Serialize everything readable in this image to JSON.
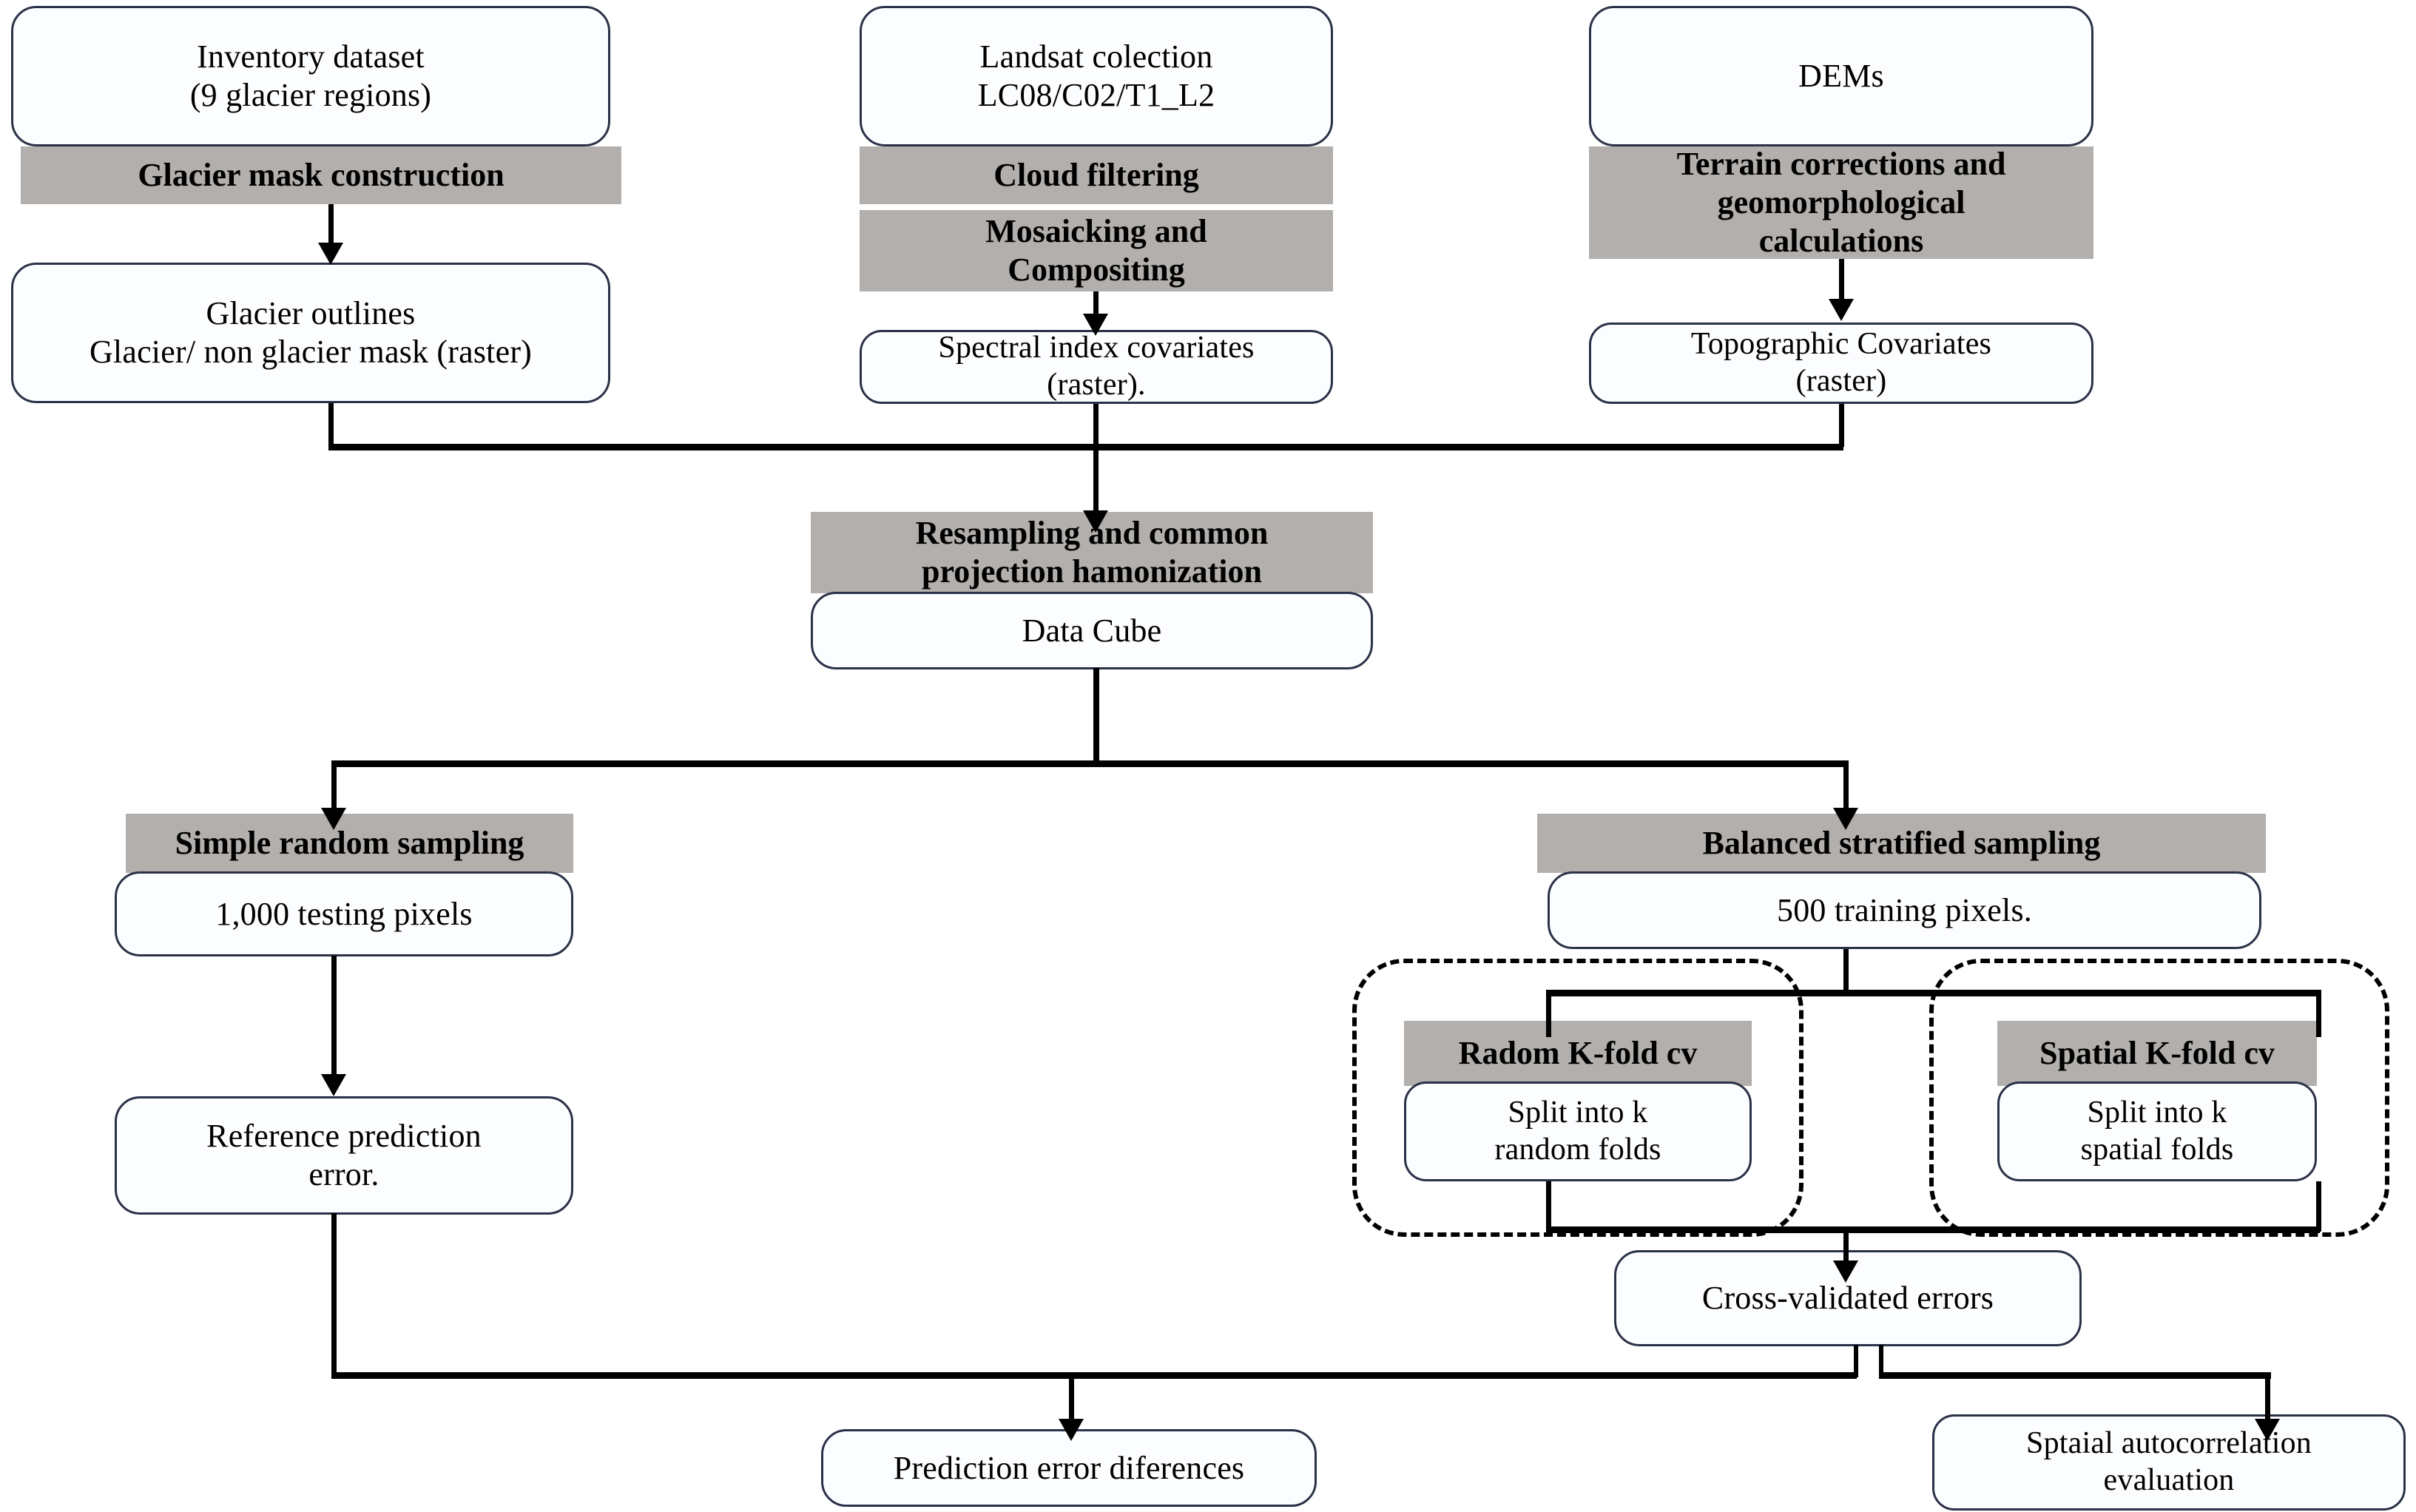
{
  "diagram": {
    "title": "Glacier mapping and cross-validation workflow",
    "colors": {
      "band_grey": "#b2afac",
      "node_border": "#2b3247",
      "node_fill": "#fcfdff",
      "connector": "#000000"
    },
    "nodes": {
      "inventory_dataset": "Inventory dataset\n(9 glacier regions)",
      "glacier_mask_construction": "Glacier mask construction",
      "glacier_outlines": "Glacier outlines\nGlacier/ non glacier mask (raster)",
      "landsat_collection": "Landsat colection\nLC08/C02/T1_L2",
      "cloud_filtering": "Cloud filtering",
      "mosaicking_compositing": "Mosaicking and\nCompositing",
      "spectral_index_covariates": "Spectral index covariates\n(raster).",
      "dems": "DEMs",
      "terrain_corrections": "Terrain corrections and\ngeomorphological\ncalculations",
      "topographic_covariates": "Topographic Covariates\n(raster)",
      "resampling_projection": "Resampling and common\nprojection hamonization",
      "data_cube": "Data Cube",
      "simple_random_sampling": "Simple random sampling",
      "testing_pixels": "1,000 testing pixels",
      "reference_prediction_error": "Reference prediction\nerror.",
      "balanced_stratified_sampling": "Balanced stratified sampling",
      "training_pixels": "500 training pixels.",
      "random_kfold_cv": "Radom K-fold cv",
      "split_random_folds": "Split into k\nrandom folds",
      "spatial_kfold_cv": "Spatial K-fold cv",
      "split_spatial_folds": "Split into k\nspatial folds",
      "cross_validated_errors": "Cross-validated errors",
      "prediction_error_differences": "Prediction error diferences",
      "spatial_autocorrelation_evaluation": "Sptaial autocorrelation\nevaluation"
    }
  }
}
